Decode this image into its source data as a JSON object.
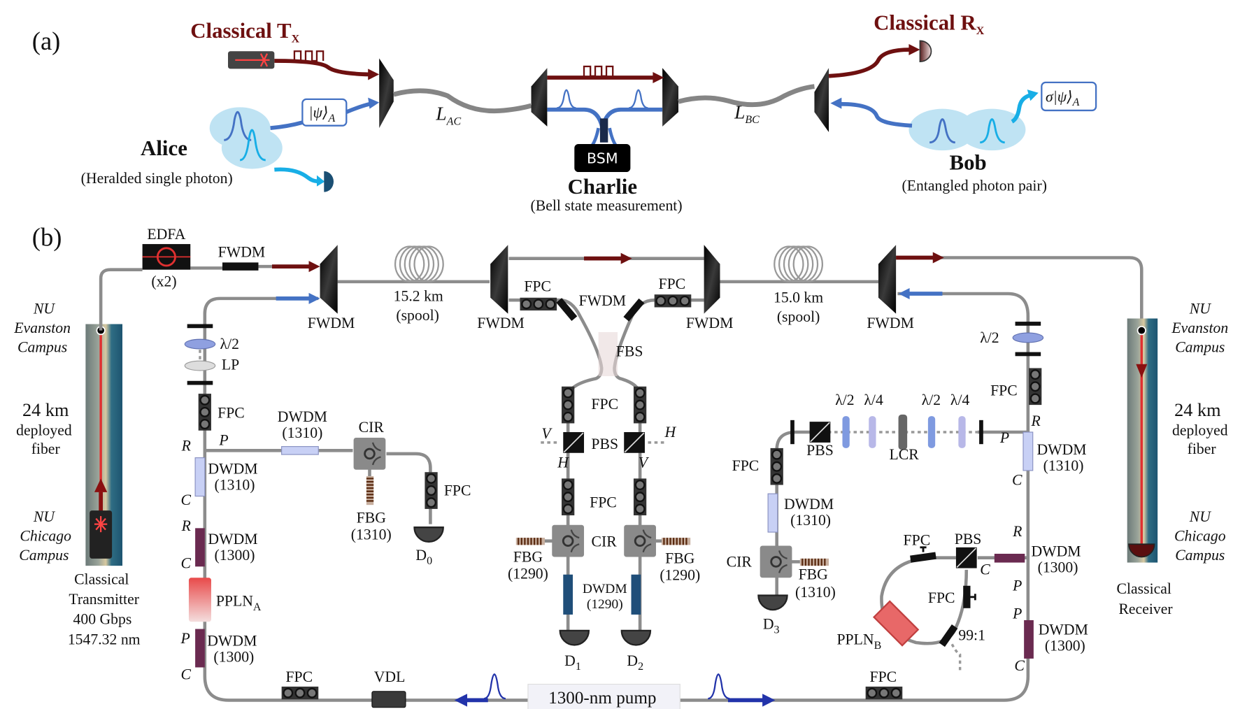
{
  "colors": {
    "classical_red": "#6e1010",
    "photon_blue": "#4472c4",
    "herald_cyan": "#18aee6",
    "pump_blue": "#2233aa",
    "fiber_gray": "#8c8c8c",
    "pbs_dark": "#111111",
    "dwdm_1310": "#c8d0f5",
    "dwdm_1300": "#6a2a50",
    "dwdm_1290": "#1f4e79",
    "ppln": "#e86868"
  },
  "panel_a": {
    "label": "(a)",
    "tx": {
      "text": "Classical T",
      "sub": "X"
    },
    "rx": {
      "text": "Classical R",
      "sub": "X"
    },
    "alice": {
      "name": "Alice",
      "desc": "(Heralded single photon)",
      "state": "|ψ⟩",
      "state_sub": "A"
    },
    "lac": {
      "text": "L",
      "sub": "AC"
    },
    "lbc": {
      "text": "L",
      "sub": "BC"
    },
    "charlie": {
      "name": "Charlie",
      "desc": "(Bell state measurement)",
      "bsm": "BSM"
    },
    "bob": {
      "name": "Bob",
      "desc": "(Entangled photon pair)",
      "state": "σ|ψ⟩",
      "state_sub": "A"
    }
  },
  "panel_b": {
    "label": "(b)",
    "left_map": {
      "top_campus": [
        "NU",
        "Evanston",
        "Campus"
      ],
      "distance": [
        "24 km",
        "deployed",
        "fiber"
      ],
      "bottom_campus": [
        "NU",
        "Chicago",
        "Campus"
      ],
      "caption": [
        "Classical",
        "Transmitter",
        "400 Gbps",
        "1547.32 nm"
      ]
    },
    "right_map": {
      "top_campus": [
        "NU",
        "Evanston",
        "Campus"
      ],
      "distance": [
        "24 km",
        "deployed",
        "fiber"
      ],
      "bottom_campus": [
        "NU",
        "Chicago",
        "Campus"
      ],
      "caption": [
        "Classical",
        "Receiver"
      ]
    },
    "edfa": {
      "label": "EDFA",
      "count": "(x2)"
    },
    "fwdm": "FWDM",
    "fpc": "FPC",
    "half_wave": "λ/2",
    "quarter_wave": "λ/4",
    "lp": "LP",
    "dwdm": "DWDM",
    "w1310": "(1310)",
    "w1300": "(1300)",
    "w1290": "(1290)",
    "cir": "CIR",
    "fbg": "FBG",
    "pbs": "PBS",
    "fbs": "FBS",
    "lcr": "LCR",
    "vdl": "VDL",
    "ports": {
      "r": "R",
      "p": "P",
      "c": "C",
      "h": "H",
      "v": "V"
    },
    "ppln_a": {
      "text": "PPLN",
      "sub": "A"
    },
    "ppln_b": {
      "text": "PPLN",
      "sub": "B"
    },
    "spool_left": {
      "length": "15.2 km",
      "kind": "(spool)"
    },
    "spool_right": {
      "length": "15.0 km",
      "kind": "(spool)"
    },
    "detectors": [
      {
        "text": "D",
        "sub": "0"
      },
      {
        "text": "D",
        "sub": "1"
      },
      {
        "text": "D",
        "sub": "2"
      },
      {
        "text": "D",
        "sub": "3"
      }
    ],
    "splitter_ratio": "99:1",
    "pump": "1300-nm pump"
  }
}
